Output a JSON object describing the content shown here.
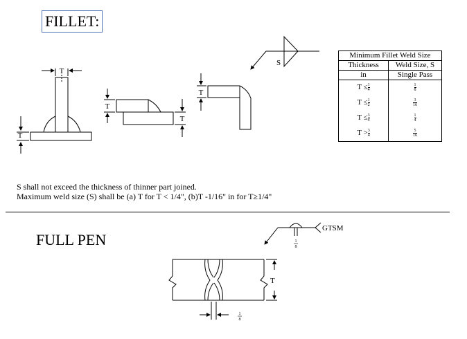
{
  "fillet": {
    "title": "FILLET:",
    "dim_label": "T",
    "weld_symbol_label": "S",
    "note1": "S shall not exceed the thickness of thinner part joined.",
    "note2": "Maximum weld size (S) shall be (a) T for T < 1/4\", (b)T -1/16\" in for T≥1/4\""
  },
  "table": {
    "title": "Minimum Fillet Weld Size",
    "col1_header": "Thickness",
    "col2_header": "Weld Size, S",
    "col1_sub": "in",
    "col2_sub": "Single Pass",
    "rows": [
      {
        "thk_prefix": "T ≤",
        "thk_num": "1",
        "thk_den": "4",
        "size_num": "1",
        "size_den": "8"
      },
      {
        "thk_prefix": "T ≤",
        "thk_num": "1",
        "thk_den": "2",
        "size_num": "3",
        "size_den": "16"
      },
      {
        "thk_prefix": "T ≤",
        "thk_num": "3",
        "thk_den": "4",
        "size_num": "1",
        "size_den": "4"
      },
      {
        "thk_prefix": "T >",
        "thk_num": "3",
        "thk_den": "4",
        "size_num": "5",
        "size_den": "16"
      }
    ]
  },
  "fullpen": {
    "title": "FULL PEN",
    "tail_label": "GTSM",
    "fraction_num": "1",
    "fraction_den": "8",
    "dim_label": "T"
  }
}
